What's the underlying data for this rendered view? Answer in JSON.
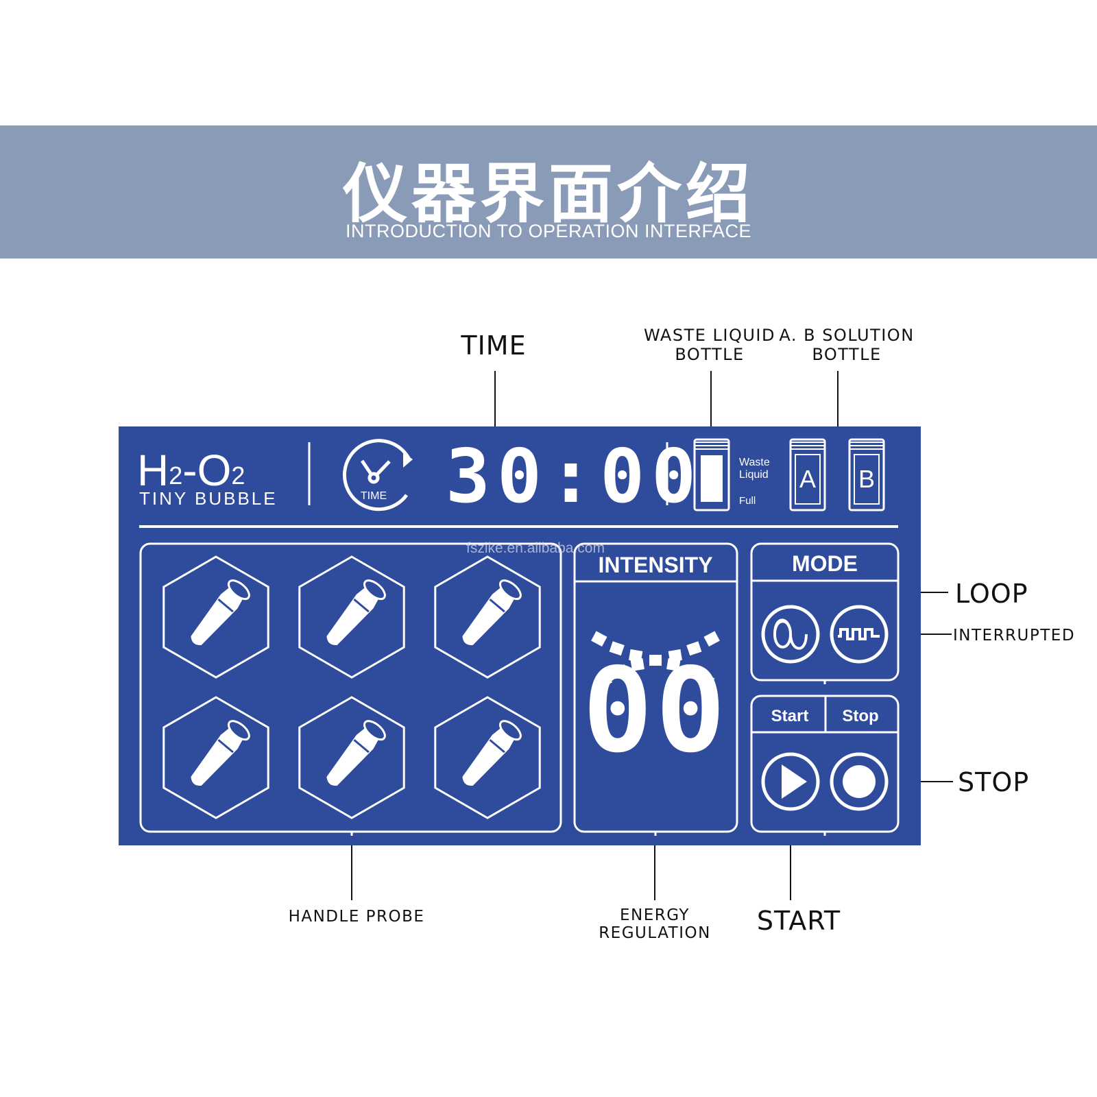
{
  "banner": {
    "title": "仪器界面介绍",
    "subtitle": "INTRODUCTION TO OPERATION INTERFACE"
  },
  "screen": {
    "brand_main": "H2-O2",
    "brand_h": "H",
    "brand_sub1": "2",
    "brand_dash_o": "-O",
    "brand_sub2": "2",
    "brand_tagline": "TINY BUBBLE",
    "time_icon_label": "TIME",
    "time_value": "30:00",
    "waste_label_line1": "Waste",
    "waste_label_line2": "Liquid",
    "waste_full_label": "Full",
    "bottle_a": "A",
    "bottle_b": "B",
    "intensity_header": "INTENSITY",
    "intensity_value": "00",
    "mode_header": "MODE",
    "start_label": "Start",
    "stop_label": "Stop",
    "probes": [
      "probe-1",
      "probe-2",
      "probe-3",
      "probe-4",
      "probe-5",
      "probe-6"
    ],
    "colors": {
      "panel": "#2f4b9c",
      "line": "#ffffff"
    }
  },
  "callouts": {
    "time": "TIME",
    "waste_line1": "WASTE LIQUID",
    "waste_line2": "BOTTLE",
    "ab_line1": "A. B SOLUTION",
    "ab_line2": "BOTTLE",
    "loop": "LOOP",
    "interrupted": "INTERRUPTED",
    "stop": "STOP",
    "handle_probe": "HANDLE PROBE",
    "energy_line1": "ENERGY",
    "energy_line2": "REGULATION",
    "start": "START"
  },
  "watermark": "fszike.en.alibaba.com"
}
